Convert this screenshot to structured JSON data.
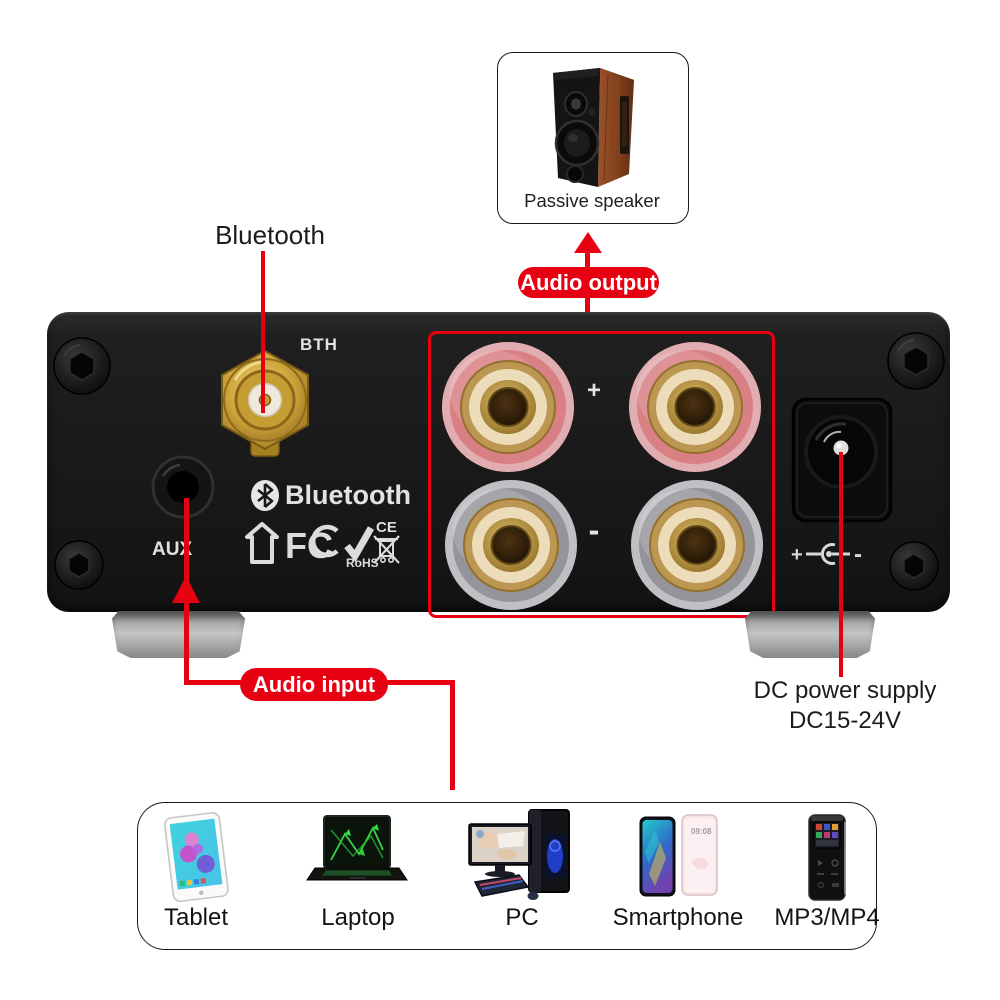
{
  "colors": {
    "accent_red": "#e60012",
    "panel_black": "#191919",
    "print_white": "#e2e2e2",
    "post_red": "#d98084",
    "post_gray": "#94949a",
    "gold": "#c59e33"
  },
  "speaker_box": {
    "label": "Passive speaker"
  },
  "callouts": {
    "bluetooth_label": "Bluetooth",
    "audio_output_label": "Audio output",
    "audio_input_label": "Audio input",
    "dc_label_line1": "DC power supply",
    "dc_label_line2": "DC15-24V"
  },
  "panel": {
    "bth_label": "BTH",
    "aux_label": "AUX",
    "bluetooth_print": "Bluetooth",
    "fcc_text": "FC",
    "rohs_text": "RoHS",
    "ce_text": "CE",
    "plus_label": "+",
    "minus_label": "-",
    "polarity_plus": "+",
    "polarity_minus": "-"
  },
  "devices": {
    "smartphone_time": "09:08",
    "items": [
      {
        "name": "tablet",
        "label": "Tablet"
      },
      {
        "name": "laptop",
        "label": "Laptop"
      },
      {
        "name": "pc",
        "label": "PC"
      },
      {
        "name": "smartphone",
        "label": "Smartphone"
      },
      {
        "name": "mp3-mp4",
        "label": "MP3/MP4"
      }
    ]
  }
}
